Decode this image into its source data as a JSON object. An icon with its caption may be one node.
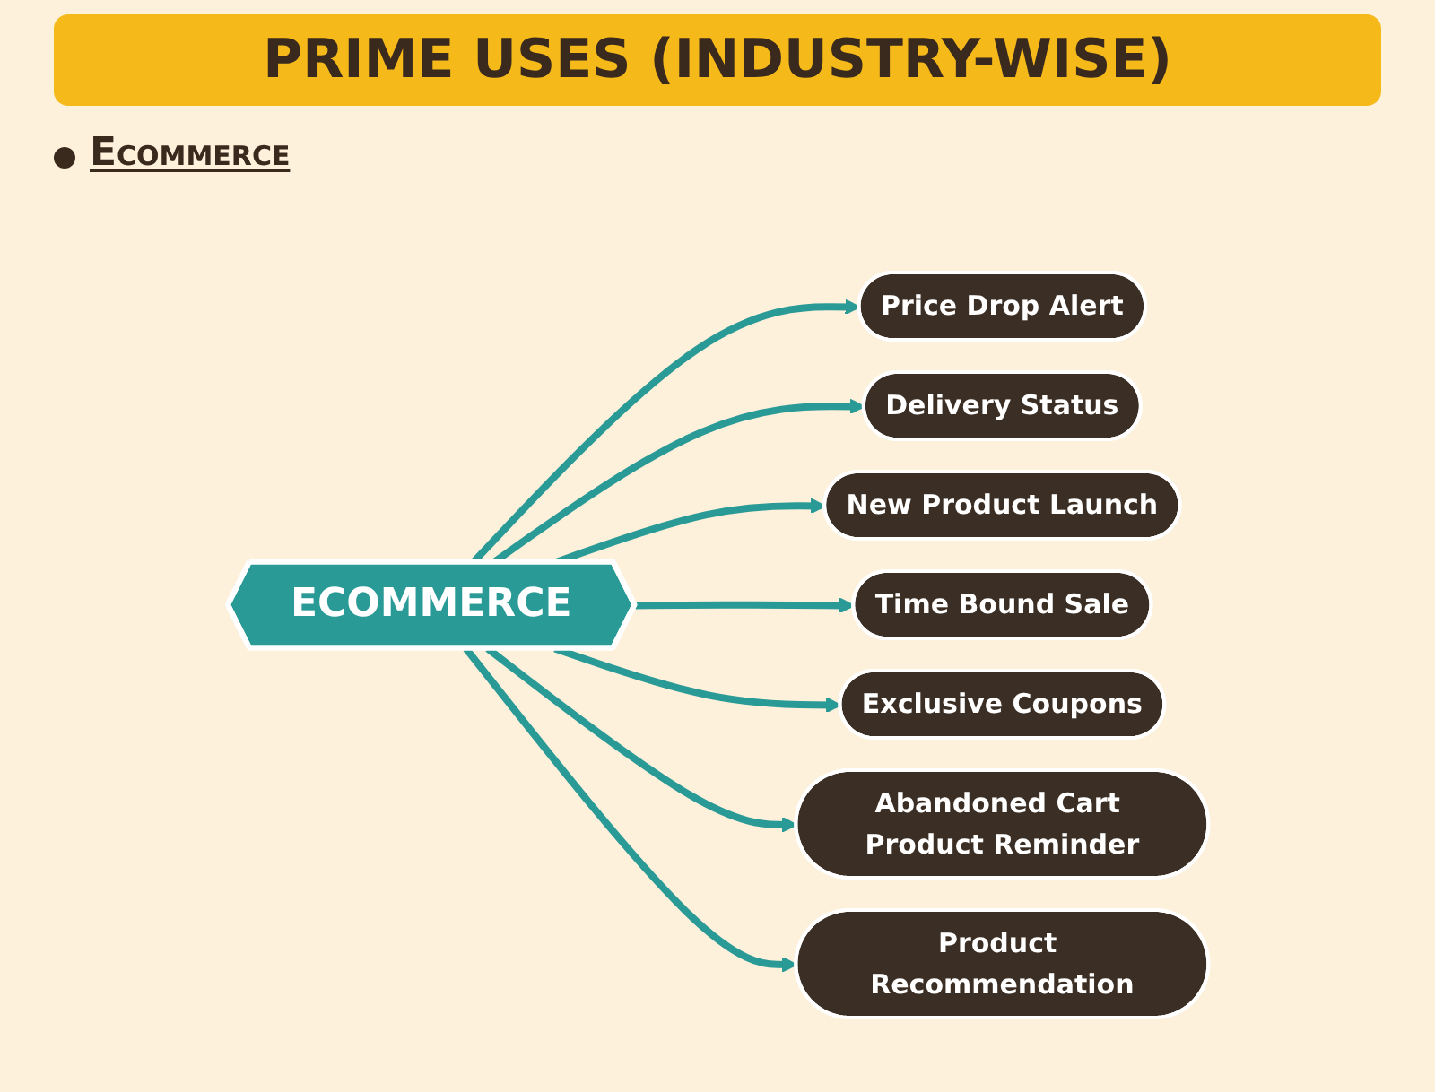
{
  "diagram": {
    "title": "PRIME USES (INDUSTRY-WISE)",
    "nodes": [
      {
        "text": [
          "ECOMMERCE"
        ]
      },
      {
        "text": [
          "Price Drop Alert"
        ]
      },
      {
        "text": [
          "Delivery Status"
        ]
      },
      {
        "text": [
          "New Product Launch"
        ]
      },
      {
        "text": [
          "Time Bound Sale"
        ]
      },
      {
        "text": [
          "Exclusive Coupons"
        ]
      },
      {
        "text": [
          "Abandoned Cart Product Reminder"
        ]
      },
      {
        "text": [
          "Product Recommendation"
        ]
      }
    ],
    "edges": [
      {
        "from": 0,
        "to": 1,
        "arrow": "to"
      },
      {
        "from": 0,
        "to": 2,
        "arrow": "to"
      },
      {
        "from": 0,
        "to": 3,
        "arrow": "to"
      },
      {
        "from": 0,
        "to": 4,
        "arrow": "to"
      },
      {
        "from": 0,
        "to": 5,
        "arrow": "to"
      },
      {
        "from": 0,
        "to": 6,
        "arrow": "to"
      },
      {
        "from": 0,
        "to": 7,
        "arrow": "to"
      }
    ],
    "labels": [
      "Ecommerce"
    ]
  }
}
